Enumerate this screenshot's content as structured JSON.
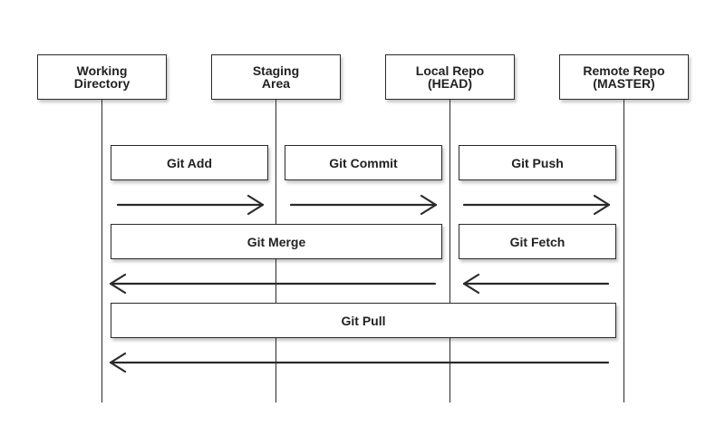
{
  "lanes": [
    {
      "line1": "Working",
      "line2": "Directory"
    },
    {
      "line1": "Staging",
      "line2": "Area"
    },
    {
      "line1": "Local Repo",
      "line2": "(HEAD)"
    },
    {
      "line1": "Remote Repo",
      "line2": "(MASTER)"
    }
  ],
  "commands": {
    "add": "Git Add",
    "commit": "Git Commit",
    "push": "Git Push",
    "merge": "Git Merge",
    "fetch": "Git Fetch",
    "pull": "Git Pull"
  },
  "colors": {
    "line": "#2a2a2a",
    "text": "#222222",
    "background": "#ffffff"
  }
}
